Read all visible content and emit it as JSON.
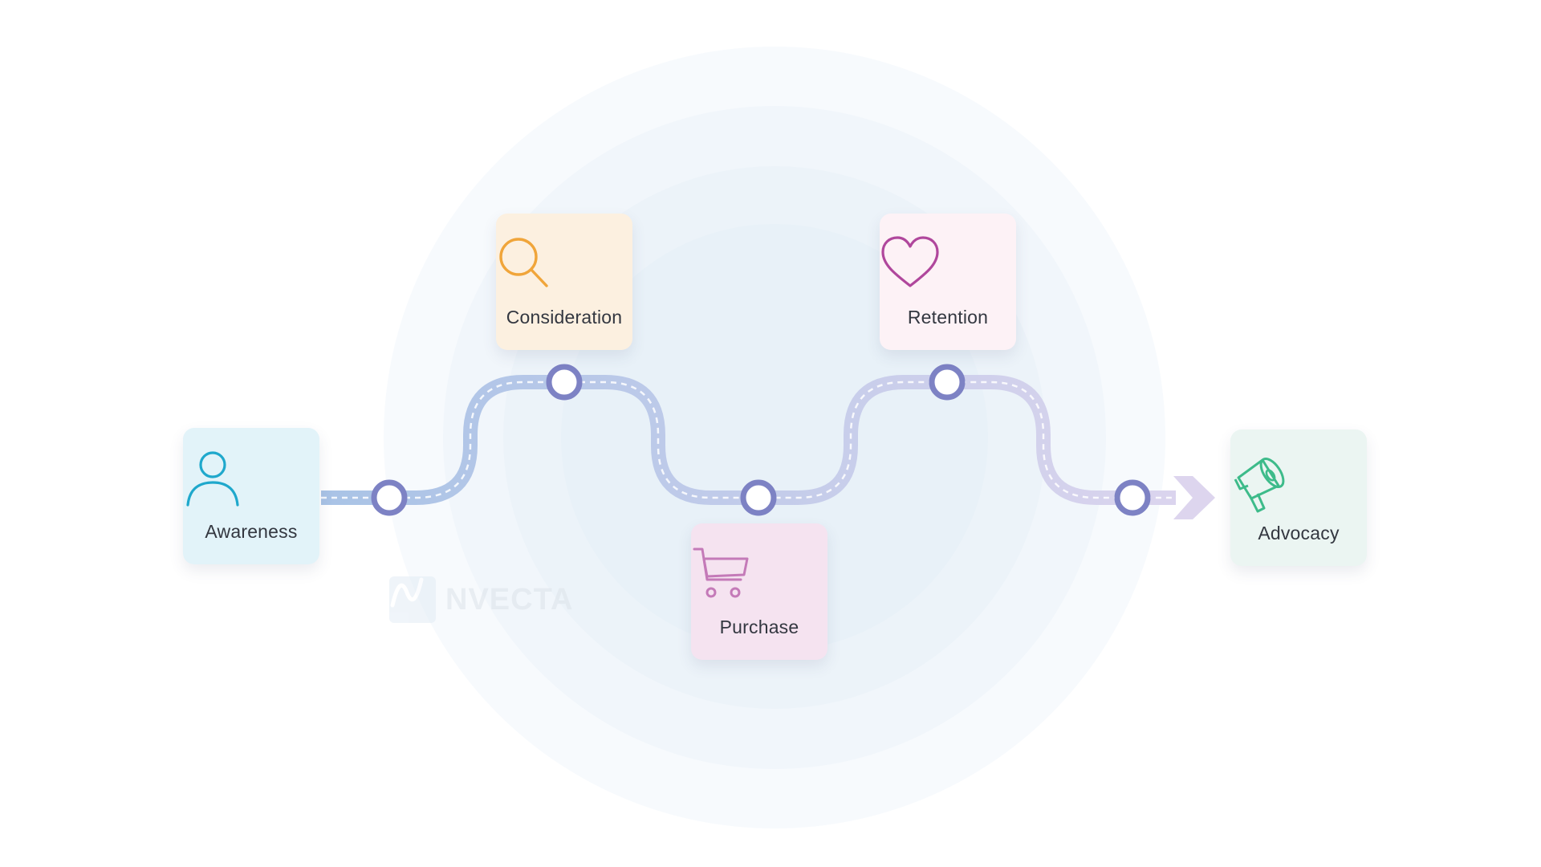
{
  "diagram": {
    "stages": [
      {
        "id": "awareness",
        "label": "Awareness",
        "icon": "person-icon",
        "bg": "#e2f3f9",
        "color": "#1fa8cc"
      },
      {
        "id": "consideration",
        "label": "Consideration",
        "icon": "magnifier-icon",
        "bg": "#fcf0e0",
        "color": "#f0a53a"
      },
      {
        "id": "purchase",
        "label": "Purchase",
        "icon": "shopping-cart-icon",
        "bg": "#f5e3f0",
        "color": "#c47ab8"
      },
      {
        "id": "retention",
        "label": "Retention",
        "icon": "heart-icon",
        "bg": "#fdf2f6",
        "color": "#b0479c"
      },
      {
        "id": "advocacy",
        "label": "Advocacy",
        "icon": "megaphone-icon",
        "bg": "#ebf5f2",
        "color": "#3dbb8a"
      }
    ],
    "path_colors": {
      "start": "#a9c3e6",
      "end": "#ddd5ee",
      "node_ring": "#7d82c4"
    },
    "watermark": "NVECTA"
  }
}
